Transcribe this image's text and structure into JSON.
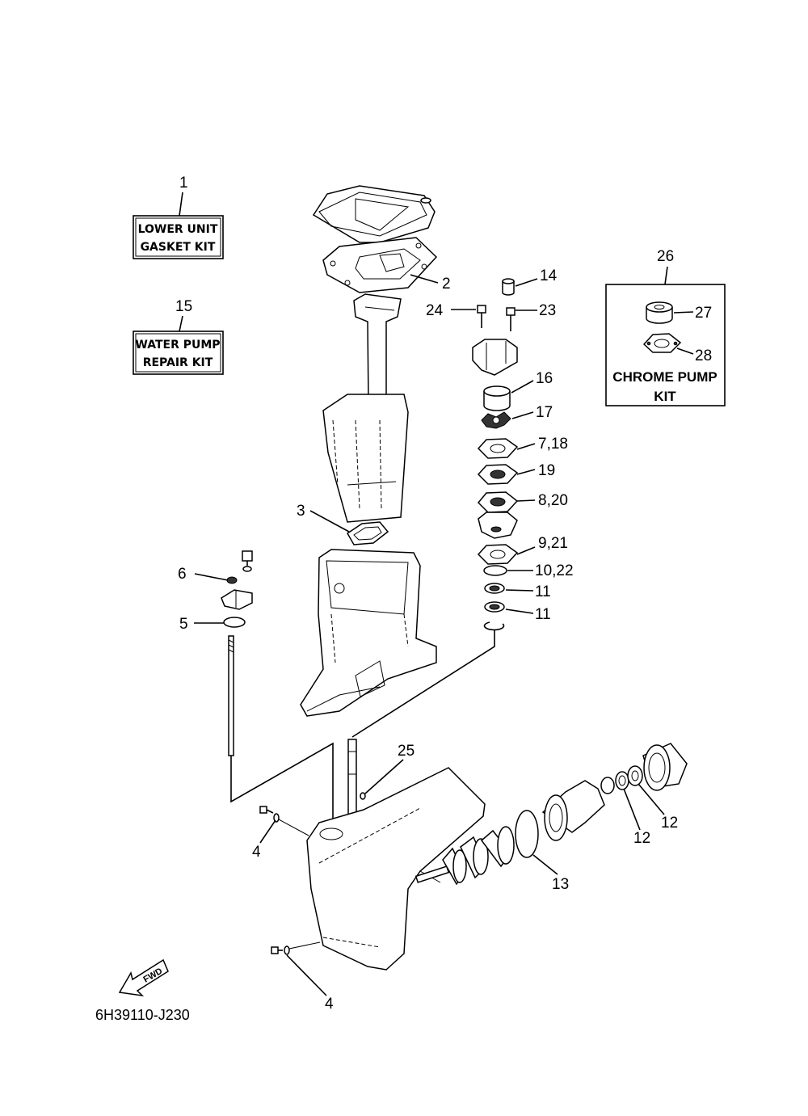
{
  "kits": {
    "gasket": {
      "number": "1",
      "line1": "LOWER UNIT",
      "line2": "GASKET KIT"
    },
    "water_pump": {
      "number": "15",
      "line1": "WATER PUMP",
      "line2": "REPAIR KIT"
    },
    "chrome_pump": {
      "number": "26",
      "line1": "CHROME PUMP",
      "line2": "KIT"
    }
  },
  "callouts": {
    "c2": "2",
    "c3": "3",
    "c4a": "4",
    "c4b": "4",
    "c5": "5",
    "c6": "6",
    "c7_18": "7,18",
    "c8_20": "8,20",
    "c9_21": "9,21",
    "c10_22": "10,22",
    "c11a": "11",
    "c11b": "11",
    "c12a": "12",
    "c12b": "12",
    "c13": "13",
    "c14": "14",
    "c16": "16",
    "c17": "17",
    "c19": "19",
    "c23": "23",
    "c24": "24",
    "c25": "25",
    "c27": "27",
    "c28": "28"
  },
  "fwd_label": "FWD",
  "diagram_code": "6H39110-J230"
}
